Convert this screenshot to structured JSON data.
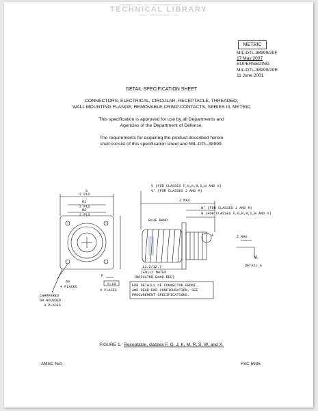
{
  "watermark": {
    "top_line": "Downloaded from http://www.everyspec.com on 2011-03-01",
    "main": "TECHNICAL LIBRARY",
    "url": "ABBOTTAEROSPACE.COM"
  },
  "header": {
    "metric": "METRIC",
    "doc_id": "MIL-DTL-38999/20F",
    "date": "17 May 2007",
    "superseding": "SUPERSEDING",
    "prev_id": "MIL-DTL-38999/20E",
    "prev_date": "11 June 2001"
  },
  "body": {
    "title": "DETAIL SPECIFICATION SHEET",
    "connectors_line1": "CONNECTORS, ELECTRICAL, CIRCULAR, RECEPTACLE, THREADED,",
    "connectors_line2": "WALL MOUNTING FLANGE, REMOVABLE CRIMP CONTACTS, SERIES III, METRIC",
    "approved_line1": "This specification is approved for use by all Departments and",
    "approved_line2": "Agencies of the Department of Defense.",
    "req_line1": "The requirements for acquiring the product described herein",
    "req_line2": "shall consist of this specification sheet and MIL-DTL-38999."
  },
  "figure_labels": {
    "s": "S",
    "two_pls_1": "2 PLS",
    "r1": "R1",
    "two_pls_2": "2 PLS",
    "r2": "R2",
    "two_pls_3": "2 PLS",
    "pp": "PP",
    "four_places_1": "4 PLACES",
    "chamfered": "CHAMFERED",
    "or_rounded": "OR ROUNDED",
    "four_places_2": "4 PLACES",
    "p": "P",
    "tol": "0.13",
    "four_places_3": "4 PLACES",
    "v": "V (FOR CLASSES F,G,K,R,S,W AND X)",
    "v_prime": "V' (FOR CLASSES J AND M)",
    "z_max": "Z MAX",
    "w_prime": "W' (FOR CLASSES J AND M)",
    "w": "W (FOR CLASSES F,G,K,R,S,W AND X)",
    "blue_band": "BLUE BAND",
    "dim": "13.2/12.7",
    "fully_mated": "(FULLY MATED",
    "indicator": "INDICATOR BAND-RED)",
    "note1": "FOR DETAILS OF CONNECTOR FRONT",
    "note2": "AND REAR END CONFIGURATION, SEE",
    "note3": "PROCUREMENT SPECIFICATIONS.",
    "a": "A",
    "z_max_2": "Z MAX",
    "detail_a": "DETAIL A"
  },
  "caption": {
    "figure_no": "FIGURE 1.",
    "text": "Receptacle, classes F, G, J, K, M, R, S, W, and X."
  },
  "footer": {
    "amsc": "AMSC N/A",
    "fsc": "FSC 5935"
  }
}
